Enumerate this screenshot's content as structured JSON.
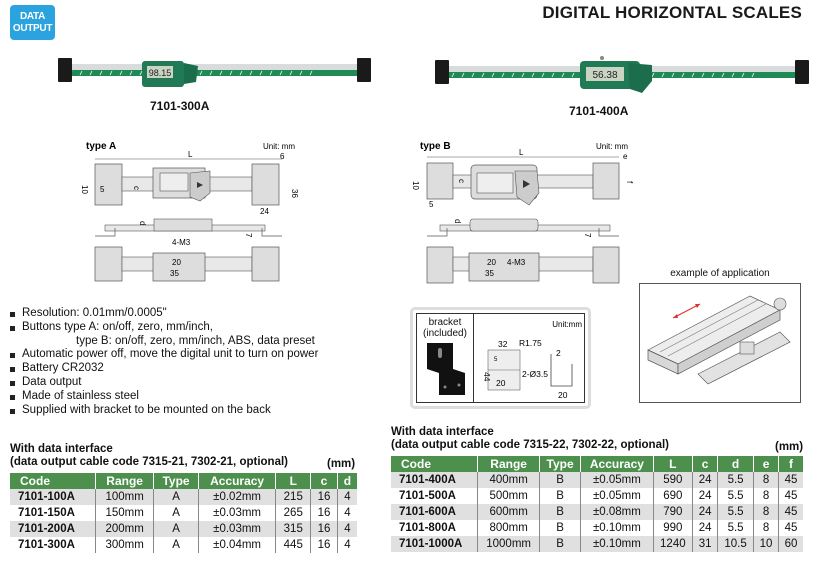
{
  "badge": {
    "line1": "DATA",
    "line2": "OUTPUT",
    "color": "#2aa3de"
  },
  "page_title": "DIGITAL HORIZONTAL SCALES",
  "products": [
    {
      "label": "7101-300A",
      "display_reading": "98.15"
    },
    {
      "label": "7101-400A",
      "display_reading": "56.38"
    }
  ],
  "drawings": {
    "type_a": {
      "title": "type A",
      "unit": "Unit: mm",
      "dims": {
        "L": "L",
        "six": "6",
        "thirtysix": "36",
        "twentyfour": "24",
        "ten": "10",
        "five": "5",
        "c": "c",
        "d": "d",
        "seven": "7",
        "m3": "4-M3",
        "twenty": "20",
        "thirtyfive": "35"
      }
    },
    "type_b": {
      "title": "type B",
      "unit": "Unit: mm",
      "dims": {
        "L": "L",
        "e": "e",
        "f": "f",
        "ten": "10",
        "five": "5",
        "c": "c",
        "d": "d",
        "seven": "7",
        "m3": "4-M3",
        "twenty": "20",
        "thirtyfive": "35"
      }
    }
  },
  "features": [
    "Resolution: 0.01mm/0.0005\"",
    "Buttons type A: on/off, zero, mm/inch,",
    "type B: on/off, zero, mm/inch, ABS, data preset",
    "Automatic power off, move the digital unit to turn on power",
    "Battery CR2032",
    "Data output",
    "Made of stainless steel",
    "Supplied with bracket to be mounted on the back"
  ],
  "bracket": {
    "label_line1": "bracket",
    "label_line2": "(included)",
    "unit": "Unit:mm",
    "dims": {
      "w32": "32",
      "r": "R1.75",
      "h44": "44",
      "holes": "2-Ø3.5",
      "w20": "20",
      "t2": "2",
      "d20": "20",
      "slot5": "5"
    }
  },
  "application": {
    "caption": "example of application",
    "arrow_color": "#e03030"
  },
  "table_a": {
    "caption_line1": "With data interface",
    "caption_line2": "(data output cable code 7315-21, 7302-21, optional)",
    "unit": "(mm)",
    "header_color": "#4d8f4c",
    "columns": [
      "Code",
      "Range",
      "Type",
      "Accuracy",
      "L",
      "c",
      "d"
    ],
    "rows": [
      [
        "7101-100A",
        "100mm",
        "A",
        "±0.02mm",
        "215",
        "16",
        "4"
      ],
      [
        "7101-150A",
        "150mm",
        "A",
        "±0.03mm",
        "265",
        "16",
        "4"
      ],
      [
        "7101-200A",
        "200mm",
        "A",
        "±0.03mm",
        "315",
        "16",
        "4"
      ],
      [
        "7101-300A",
        "300mm",
        "A",
        "±0.04mm",
        "445",
        "16",
        "4"
      ]
    ]
  },
  "table_b": {
    "caption_line1": "With data interface",
    "caption_line2": "(data output cable code 7315-22, 7302-22, optional)",
    "unit": "(mm)",
    "header_color": "#4d8f4c",
    "columns": [
      "Code",
      "Range",
      "Type",
      "Accuracy",
      "L",
      "c",
      "d",
      "e",
      "f"
    ],
    "rows": [
      [
        "7101-400A",
        "400mm",
        "B",
        "±0.05mm",
        "590",
        "24",
        "5.5",
        "8",
        "45"
      ],
      [
        "7101-500A",
        "500mm",
        "B",
        "±0.05mm",
        "690",
        "24",
        "5.5",
        "8",
        "45"
      ],
      [
        "7101-600A",
        "600mm",
        "B",
        "±0.08mm",
        "790",
        "24",
        "5.5",
        "8",
        "45"
      ],
      [
        "7101-800A",
        "800mm",
        "B",
        "±0.10mm",
        "990",
        "24",
        "5.5",
        "8",
        "45"
      ],
      [
        "7101-1000A",
        "1000mm",
        "B",
        "±0.10mm",
        "1240",
        "31",
        "10.5",
        "10",
        "60"
      ]
    ]
  }
}
